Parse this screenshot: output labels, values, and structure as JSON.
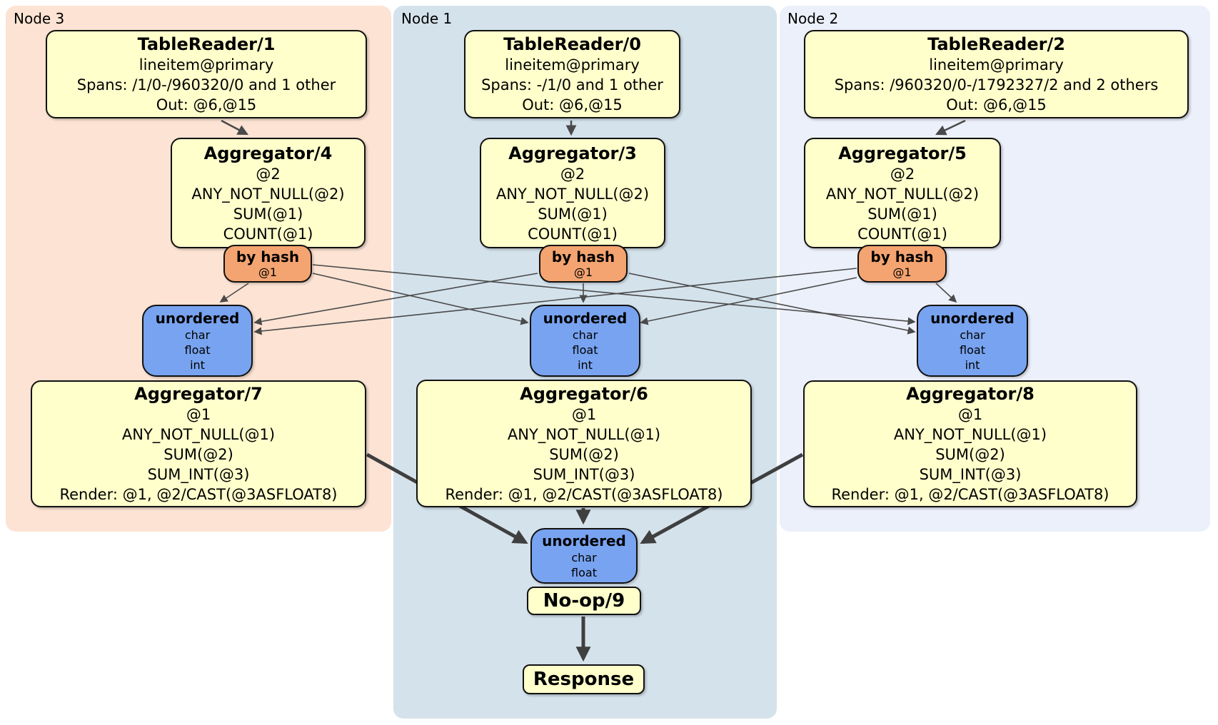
{
  "regions": {
    "node3": {
      "label": "Node 3",
      "bg": "#fce3d3"
    },
    "node1": {
      "label": "Node 1",
      "bg": "#d4e2ec"
    },
    "node2": {
      "label": "Node 2",
      "bg": "#ecf0fa"
    }
  },
  "colors": {
    "processor_fill": "#ffffcc",
    "router_fill": "#f4a470",
    "sync_fill": "#78a3f0",
    "edge_thin": "#4a4a4a",
    "edge_thick": "#3f3f3f",
    "border": "#111111"
  },
  "processors": {
    "tr1": {
      "title": "TableReader/1",
      "lines": [
        "lineitem@primary",
        "Spans: /1/0-/960320/0 and 1 other",
        "Out: @6,@15"
      ]
    },
    "tr0": {
      "title": "TableReader/0",
      "lines": [
        "lineitem@primary",
        "Spans: -/1/0 and 1 other",
        "Out: @6,@15"
      ]
    },
    "tr2": {
      "title": "TableReader/2",
      "lines": [
        "lineitem@primary",
        "Spans: /960320/0-/1792327/2 and 2 others",
        "Out: @6,@15"
      ]
    },
    "agg4": {
      "title": "Aggregator/4",
      "lines": [
        "@2",
        "ANY_NOT_NULL(@2)",
        "SUM(@1)",
        "COUNT(@1)"
      ]
    },
    "agg3": {
      "title": "Aggregator/3",
      "lines": [
        "@2",
        "ANY_NOT_NULL(@2)",
        "SUM(@1)",
        "COUNT(@1)"
      ]
    },
    "agg5": {
      "title": "Aggregator/5",
      "lines": [
        "@2",
        "ANY_NOT_NULL(@2)",
        "SUM(@1)",
        "COUNT(@1)"
      ]
    },
    "agg7": {
      "title": "Aggregator/7",
      "lines": [
        "@1",
        "ANY_NOT_NULL(@1)",
        "SUM(@2)",
        "SUM_INT(@3)",
        "Render: @1, @2/CAST(@3ASFLOAT8)"
      ]
    },
    "agg6": {
      "title": "Aggregator/6",
      "lines": [
        "@1",
        "ANY_NOT_NULL(@1)",
        "SUM(@2)",
        "SUM_INT(@3)",
        "Render: @1, @2/CAST(@3ASFLOAT8)"
      ]
    },
    "agg8": {
      "title": "Aggregator/8",
      "lines": [
        "@1",
        "ANY_NOT_NULL(@1)",
        "SUM(@2)",
        "SUM_INT(@3)",
        "Render: @1, @2/CAST(@3ASFLOAT8)"
      ]
    },
    "noop": {
      "title": "No-op/9"
    },
    "response": {
      "title": "Response"
    }
  },
  "routers": {
    "byhash3": {
      "title": "by hash",
      "detail": "@1"
    },
    "byhash1": {
      "title": "by hash",
      "detail": "@1"
    },
    "byhash2": {
      "title": "by hash",
      "detail": "@1"
    }
  },
  "syncs": {
    "un3": {
      "title": "unordered",
      "items": [
        "char",
        "float",
        "int"
      ]
    },
    "un1": {
      "title": "unordered",
      "items": [
        "char",
        "float",
        "int"
      ]
    },
    "un2": {
      "title": "unordered",
      "items": [
        "char",
        "float",
        "int"
      ]
    },
    "unfinal": {
      "title": "unordered",
      "items": [
        "char",
        "float"
      ]
    }
  },
  "graph_edges": [
    {
      "from": "TableReader/1",
      "to": "Aggregator/4"
    },
    {
      "from": "TableReader/0",
      "to": "Aggregator/3"
    },
    {
      "from": "TableReader/2",
      "to": "Aggregator/5"
    },
    {
      "from": "by hash (Node 3)",
      "to": "unordered (Node 3)"
    },
    {
      "from": "by hash (Node 3)",
      "to": "unordered (Node 1)"
    },
    {
      "from": "by hash (Node 3)",
      "to": "unordered (Node 2)"
    },
    {
      "from": "by hash (Node 1)",
      "to": "unordered (Node 3)"
    },
    {
      "from": "by hash (Node 1)",
      "to": "unordered (Node 1)"
    },
    {
      "from": "by hash (Node 1)",
      "to": "unordered (Node 2)"
    },
    {
      "from": "by hash (Node 2)",
      "to": "unordered (Node 3)"
    },
    {
      "from": "by hash (Node 2)",
      "to": "unordered (Node 1)"
    },
    {
      "from": "by hash (Node 2)",
      "to": "unordered (Node 2)"
    },
    {
      "from": "Aggregator/7",
      "to": "unordered final"
    },
    {
      "from": "Aggregator/6",
      "to": "unordered final"
    },
    {
      "from": "Aggregator/8",
      "to": "unordered final"
    },
    {
      "from": "No-op/9",
      "to": "Response"
    }
  ]
}
